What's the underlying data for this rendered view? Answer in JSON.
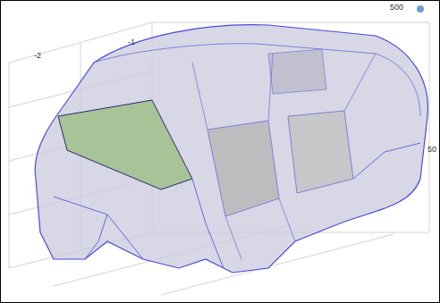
{
  "diagram": {
    "labels": [
      "-2",
      "-1",
      "500",
      "50"
    ]
  }
}
